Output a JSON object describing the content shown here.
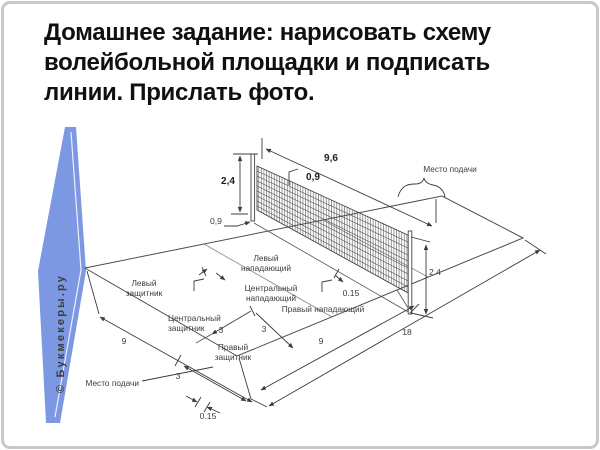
{
  "slide": {
    "background": "#ffffff",
    "border_color": "#c9c9c9",
    "title_lines": [
      "Домашнее задание: нарисовать схему",
      "волейбольной площадки и подписать",
      "линии. Прислать фото."
    ]
  },
  "watermark": {
    "label": "© Букмекеры.ру",
    "ribbon_color": "#7d98e3",
    "text_color": "#c9d5f3"
  },
  "diagram": {
    "line_color": "#3c3c3c",
    "net": {
      "post_height": "2,4",
      "length": "9,6",
      "band_width": "0,9",
      "post_offset": "0,9",
      "post_height_right": "2.4"
    },
    "serve_areas": {
      "top": "Место подачи",
      "bottom": "Место подачи"
    },
    "dimensions": {
      "end_line": "9",
      "serve_zone": "3",
      "serve_mark": "0.15",
      "attack_left": "3",
      "attack_right": "3",
      "half_court": "9",
      "full_court": "18",
      "attack_mark": "0.15"
    },
    "positions": {
      "left_attacker_1": "Левый",
      "left_attacker_2": "нападающий",
      "center_attacker_1": "Центральный",
      "center_attacker_2": "нападающий",
      "right_attacker": "Правый нападающий",
      "left_defender_1": "Левый",
      "left_defender_2": "защитник",
      "center_defender_1": "Центральный",
      "center_defender_2": "защитник",
      "right_defender_1": "Правый",
      "right_defender_2": "защитник"
    }
  }
}
